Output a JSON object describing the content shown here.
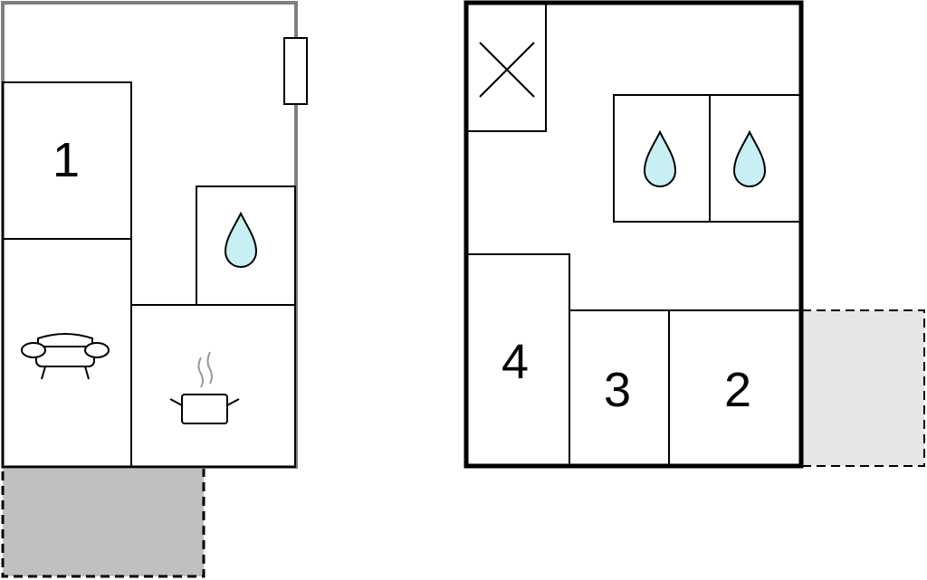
{
  "floor_left": {
    "room_labels": {
      "bedroom": "1"
    },
    "icons": {
      "bathroom": "water-drop-icon",
      "living": "sofa-icon",
      "kitchen": "cooking-pot-icon",
      "window": "window-icon"
    },
    "terrace_color": "#c0c0c0",
    "wall_color": "#808080"
  },
  "floor_right": {
    "room_labels": {
      "bedroom_a": "4",
      "bedroom_b": "3",
      "bedroom_c": "2"
    },
    "icons": {
      "bath_a": "water-drop-icon",
      "bath_b": "water-drop-icon",
      "stairs": "cross-icon"
    },
    "terrace_color": "#e6e6e6",
    "wall_color": "#000000"
  },
  "colors": {
    "water": "#c8f0f4"
  }
}
